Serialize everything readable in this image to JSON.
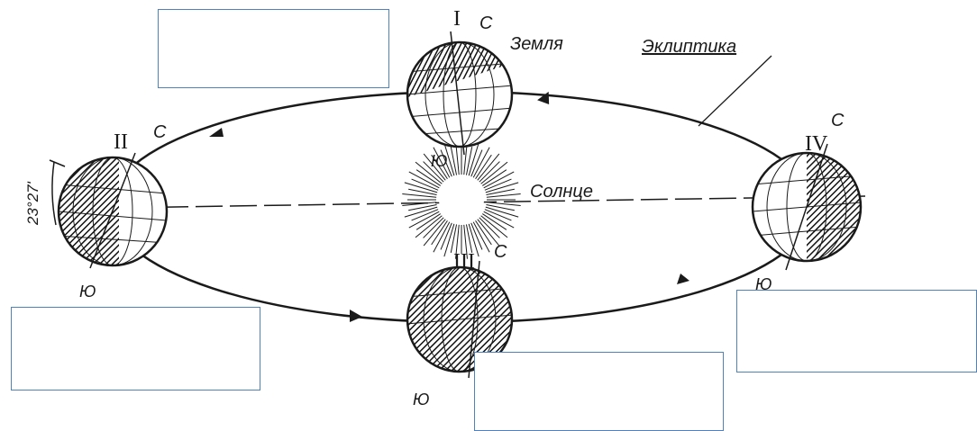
{
  "diagram": {
    "ecliptic_label": "Эклиптика",
    "earth_label": "Земля",
    "sun_label": "Солнце",
    "tilt_angle": "23°27'",
    "positions": [
      {
        "numeral": "I",
        "north": "С",
        "south": "Ю"
      },
      {
        "numeral": "II",
        "north": "С",
        "south": "Ю"
      },
      {
        "numeral": "III",
        "north": "С",
        "south": "Ю"
      },
      {
        "numeral": "IV",
        "north": "С",
        "south": "Ю"
      }
    ]
  },
  "answer_boxes": [
    {
      "position": "I",
      "value": ""
    },
    {
      "position": "II",
      "value": ""
    },
    {
      "position": "III",
      "value": ""
    },
    {
      "position": "IV",
      "value": ""
    }
  ],
  "colors": {
    "ink": "#1a1a1a",
    "box_border": "#4f81bd"
  }
}
